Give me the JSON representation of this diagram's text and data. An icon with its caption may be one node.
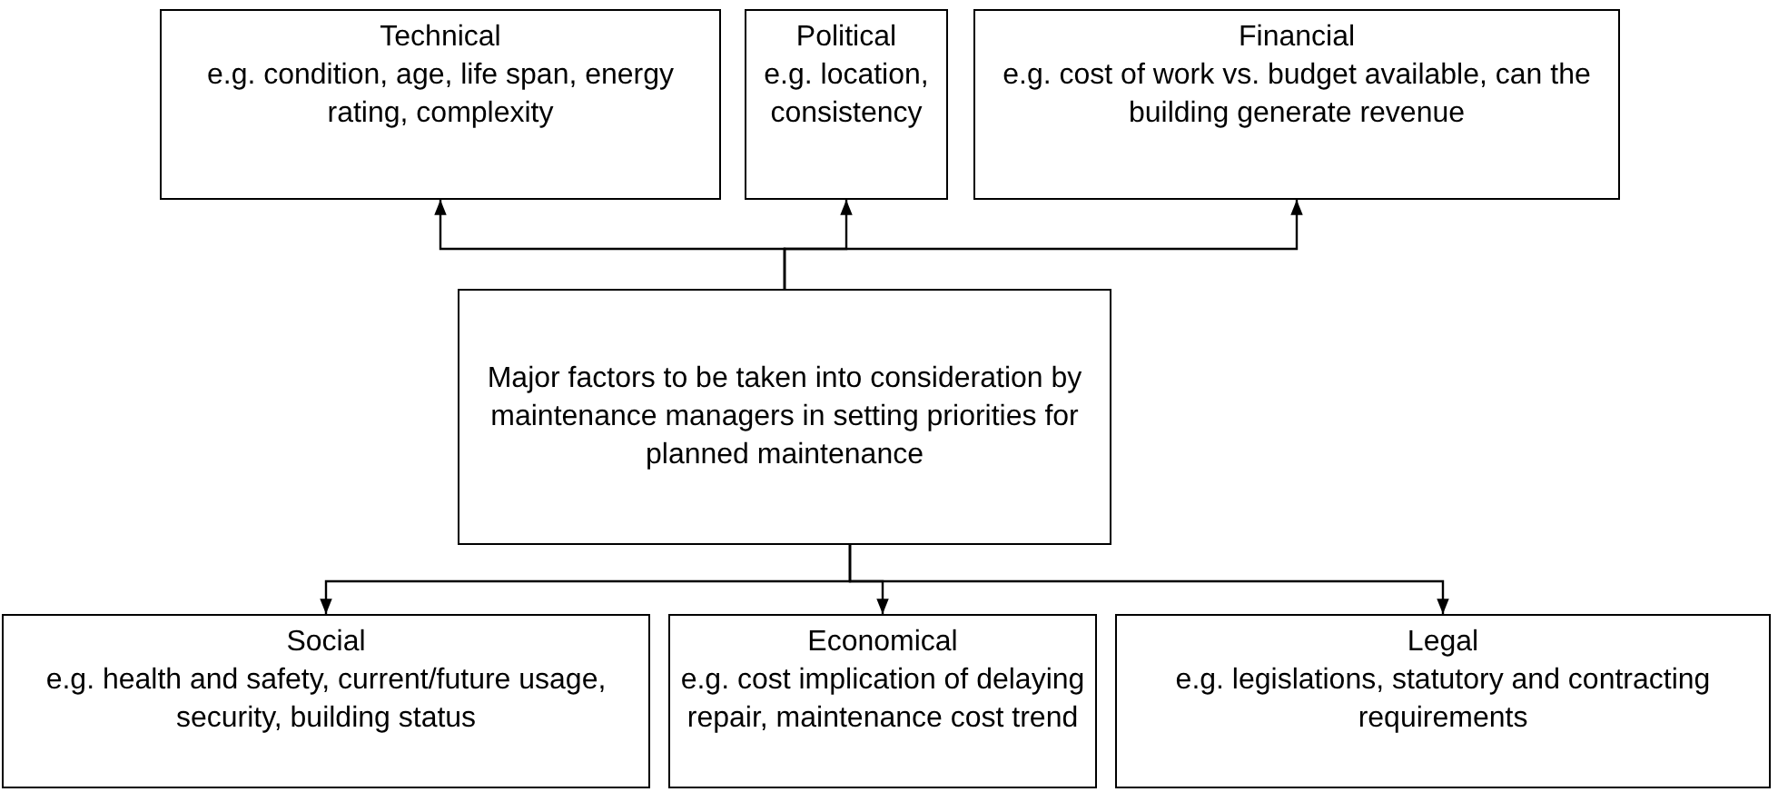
{
  "diagram": {
    "nodes": [
      {
        "text": [
          "Technical",
          "e.g. condition, age, life span, energy rating, complexity"
        ]
      },
      {
        "text": [
          "Political",
          "e.g. location, consistency"
        ]
      },
      {
        "text": [
          "Financial",
          "e.g. cost of work vs. budget available, can the building generate revenue"
        ]
      },
      {
        "text": [
          "Major factors to be taken into consideration by maintenance managers in setting priorities for planned maintenance"
        ]
      },
      {
        "text": [
          "Social",
          "e.g. health and safety, current/future usage, security, building status"
        ]
      },
      {
        "text": [
          "Economical",
          "e.g. cost implication of delaying repair, maintenance cost trend"
        ]
      },
      {
        "text": [
          "Legal",
          "e.g. legislations, statutory and contracting requirements"
        ]
      }
    ],
    "edges": [
      {
        "from": 3,
        "to": 0,
        "arrow": "to"
      },
      {
        "from": 3,
        "to": 1,
        "arrow": "to"
      },
      {
        "from": 3,
        "to": 2,
        "arrow": "to"
      },
      {
        "from": 3,
        "to": 4,
        "arrow": "to"
      },
      {
        "from": 3,
        "to": 5,
        "arrow": "to"
      },
      {
        "from": 3,
        "to": 6,
        "arrow": "to"
      }
    ]
  }
}
